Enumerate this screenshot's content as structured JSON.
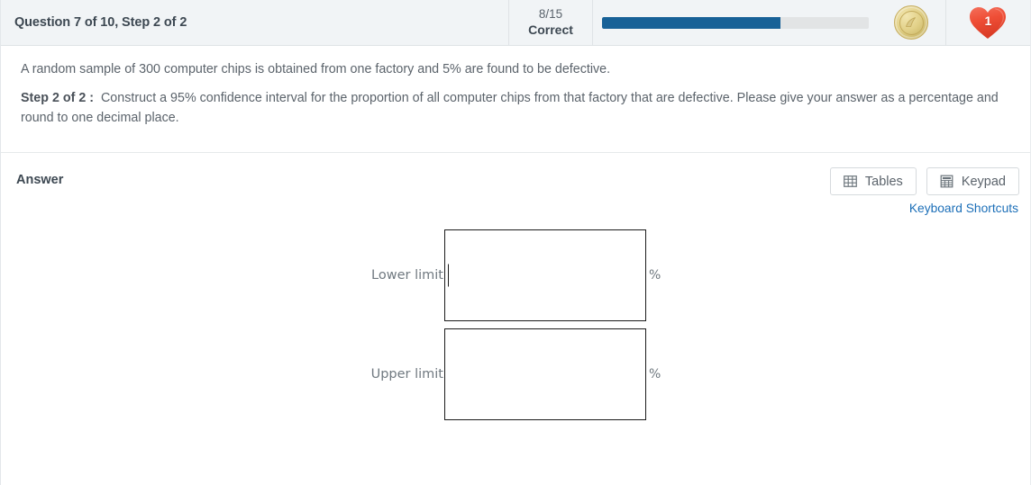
{
  "header": {
    "title": "Question 7 of 10, Step 2 of 2",
    "score_fraction": "8/15",
    "score_label": "Correct",
    "progress_percent": 67,
    "coin_icon": "coin-icon",
    "hearts_icon": "heart-icon",
    "hearts_count": "1",
    "progress_fill_color": "#176197",
    "progress_track_color": "#e2e4e5"
  },
  "question": {
    "intro": "A random sample of 300 computer chips is obtained from one factory and 5% are found to be defective.",
    "step_label": "Step 2 of 2 :",
    "step_text": "Construct a 95% confidence interval for the proportion of all computer chips from that factory that are defective. Please give your answer as a percentage and round to one decimal place."
  },
  "answer": {
    "section_label": "Answer",
    "tables_button": "Tables",
    "keypad_button": "Keypad",
    "shortcuts_link": "Keyboard Shortcuts",
    "link_color": "#1c6fb8",
    "fields": [
      {
        "label": "Lower limit",
        "value": "",
        "suffix": "%",
        "focused": true
      },
      {
        "label": "Upper limit",
        "value": "",
        "suffix": "%",
        "focused": false
      }
    ]
  }
}
